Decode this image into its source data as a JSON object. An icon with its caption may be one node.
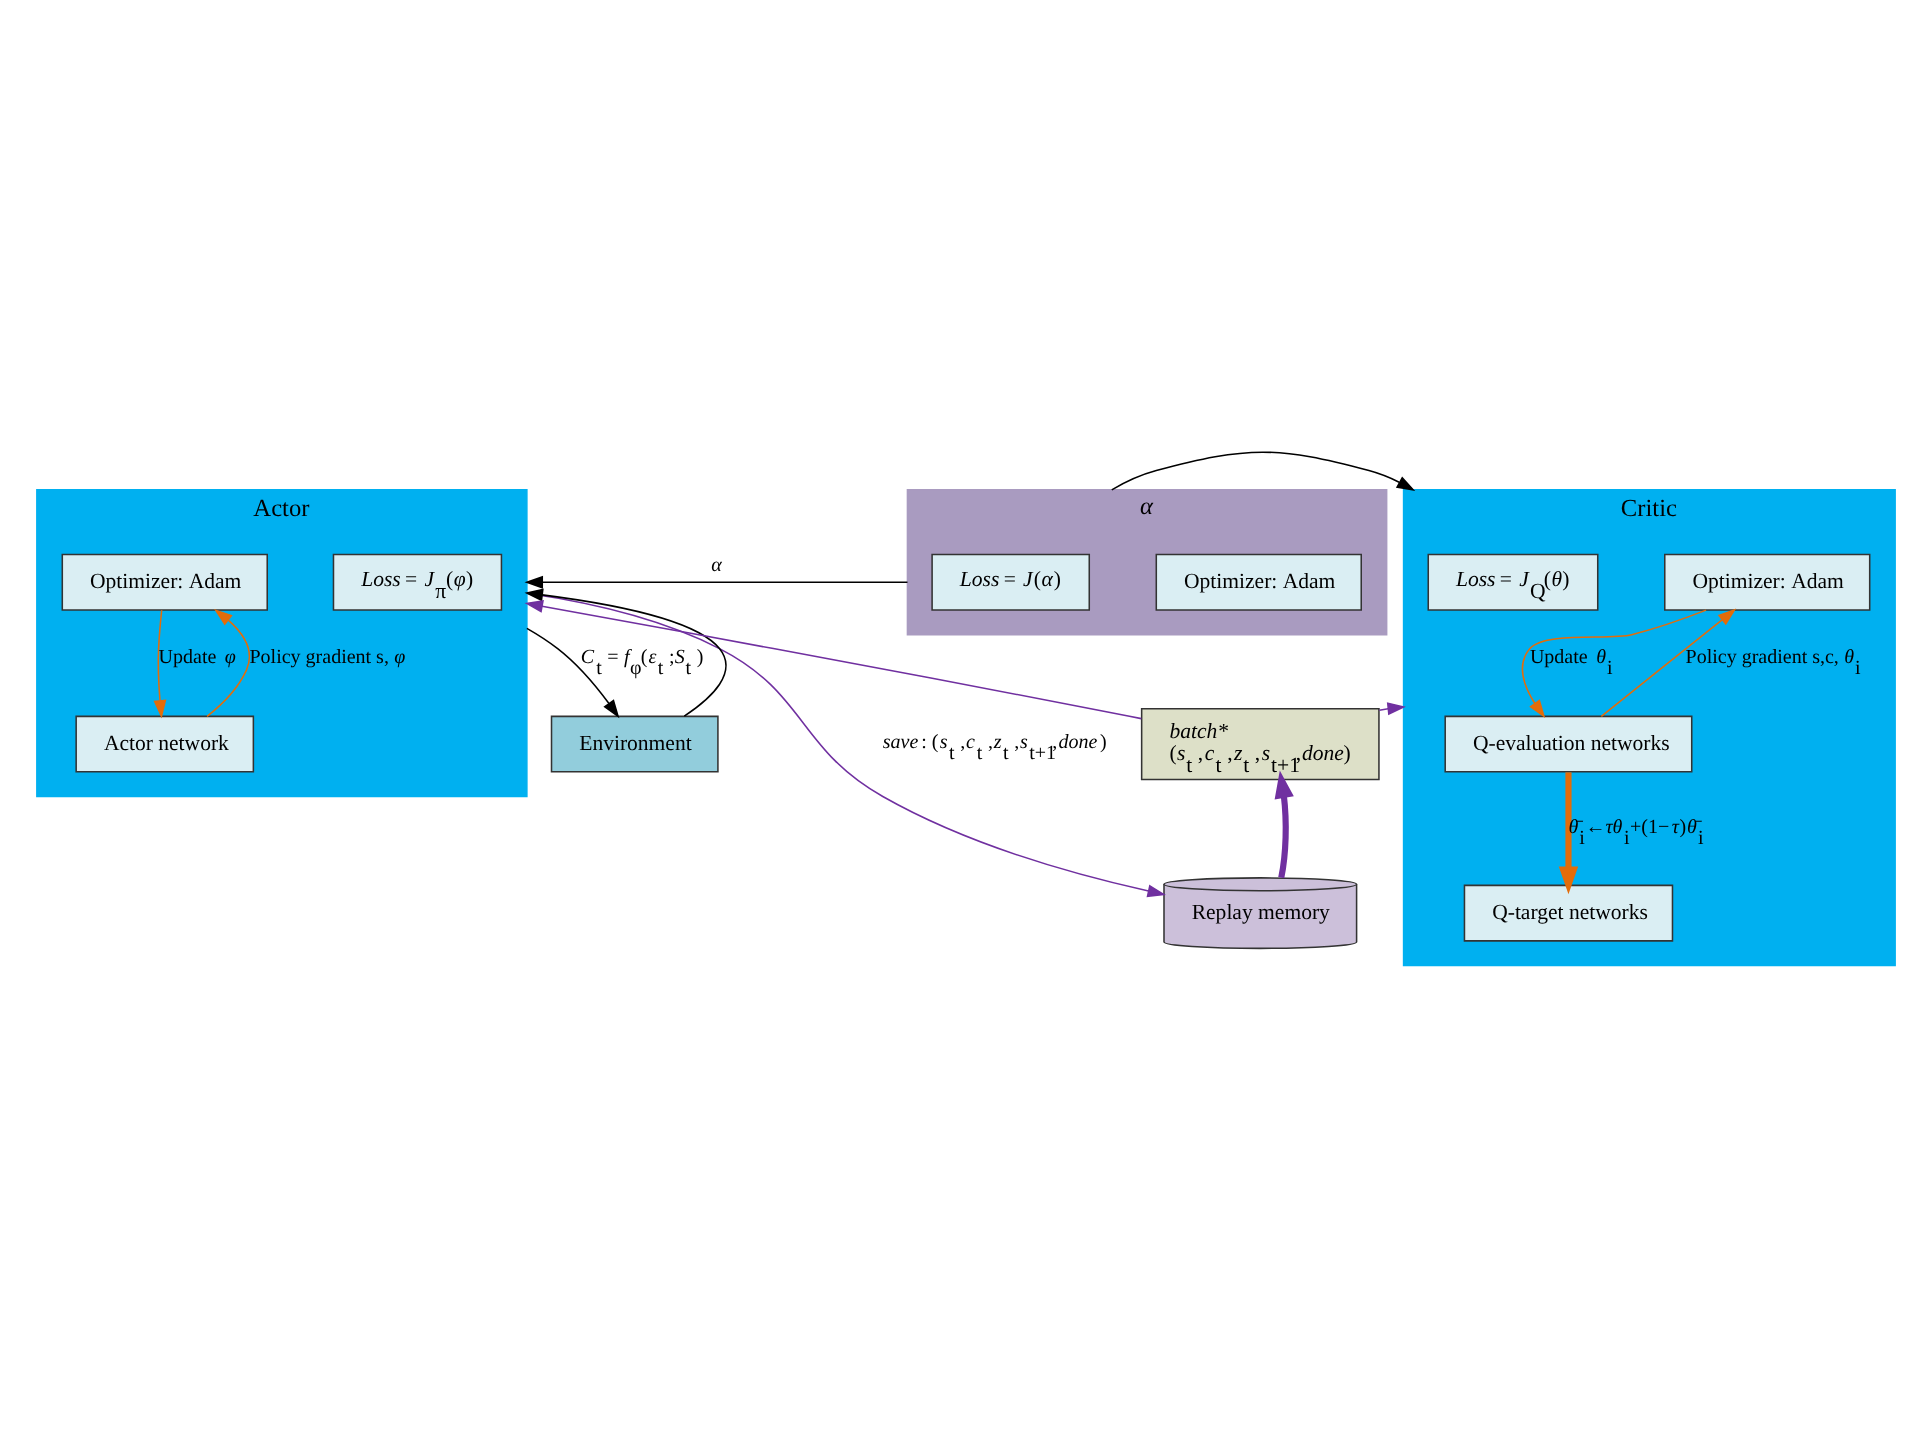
{
  "diagram": {
    "nodes": [
      {
        "text": [
          "Actor"
        ]
      },
      {
        "text": [
          "Optimizer: Adam"
        ],
        "in": 0
      },
      {
        "text": [
          "Actor network"
        ],
        "in": 0
      },
      {
        "text": [
          "*Loss* = *J*$_{π}$(*φ*)"
        ],
        "in": 0
      },
      {
        "text": [
          "*α*"
        ]
      },
      {
        "text": [
          "Optimizer: Adam"
        ],
        "in": 4
      },
      {
        "text": [
          "*Loss* = *J*(*α*)"
        ],
        "in": 4
      },
      {
        "text": [
          "Critic"
        ]
      },
      {
        "text": [
          "Optimizer: Adam"
        ],
        "in": 7
      },
      {
        "text": [
          "Q-evaluation networks"
        ],
        "in": 7
      },
      {
        "text": [
          "Q-target networks"
        ],
        "in": 7
      },
      {
        "text": [
          "*Loss* = *J*$_{Q}$(*θ*)"
        ],
        "in": 7
      },
      {
        "text": [
          "Environment"
        ]
      },
      {
        "text": [
          "batch*",
          "(*s*$_{t}$ ,*c*$_{t}$ ,*z*$_{t}$ ,*s*$_{t+1}$,*done*)"
        ]
      },
      {
        "text": [
          "Replay memory"
        ]
      }
    ],
    "edges": [
      {
        "from": 1,
        "to": 2,
        "arrow": "to",
        "label": "Update *φ*",
        "color": "#e36c0a"
      },
      {
        "from": 2,
        "to": 1,
        "arrow": "to",
        "label": "Policy gradient s,*φ*",
        "color": "#e36c0a"
      },
      {
        "from": 8,
        "to": 9,
        "arrow": "to",
        "label": "Update *θ*$_{i}$",
        "color": "#e36c0a"
      },
      {
        "from": 9,
        "to": 8,
        "arrow": "to",
        "label": "Policy gradient s,c,*θ*$_{i}$",
        "color": "#e36c0a"
      },
      {
        "from": 9,
        "to": 10,
        "arrow": "to",
        "label": "*θ̄*$_{i}$←*τθ*$_{i}$+(1−*τ*)*θ̄*$_{i}$",
        "style": "thick",
        "color": "#e36c0a"
      },
      {
        "from": 4,
        "to": 0,
        "arrow": "to",
        "label": "*α*",
        "color": "#000000"
      },
      {
        "from": 4,
        "to": 7,
        "arrow": "to",
        "color": "#000000"
      },
      {
        "from": 0,
        "to": 12,
        "arrow": "to",
        "label": "*C*$_{t}$ = *f*$_{φ}$(*ε*$_{t}$ ;*S*$_{t}$ )",
        "color": "#000000"
      },
      {
        "from": 12,
        "to": 0,
        "arrow": "to",
        "color": "#000000"
      },
      {
        "from": 0,
        "to": 14,
        "arrow": "to",
        "label": "*save*: (*s*$_{t}$ ,*c*$_{t}$ ,*z*$_{t}$ ,*s*$_{t+1}$,*done*)",
        "color": "#7030a0"
      },
      {
        "from": 13,
        "to": 0,
        "arrow": "to",
        "color": "#7030a0"
      },
      {
        "from": 13,
        "to": 7,
        "arrow": "to",
        "color": "#7030a0"
      },
      {
        "from": 14,
        "to": 13,
        "arrow": "to",
        "style": "thick",
        "color": "#7030a0"
      }
    ]
  }
}
